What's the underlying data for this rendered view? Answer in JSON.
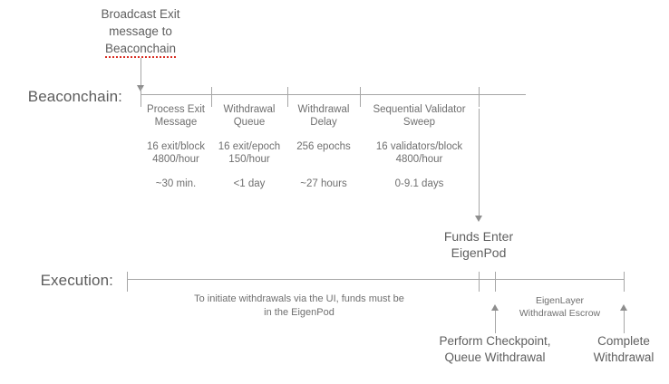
{
  "diagram": {
    "title_callout": {
      "line1": "Broadcast Exit",
      "line2": "message to",
      "line3": "Beaconchain"
    },
    "rows": {
      "beaconchain_label": "Beaconchain:",
      "execution_label": "Execution:"
    },
    "beaconchain_segments": [
      {
        "title_line1": "Process Exit",
        "title_line2": "Message",
        "rate_line1": "16 exit/block",
        "rate_line2": "4800/hour",
        "duration": "~30 min."
      },
      {
        "title_line1": "Withdrawal",
        "title_line2": "Queue",
        "rate_line1": "16 exit/epoch",
        "rate_line2": "150/hour",
        "duration": "<1 day"
      },
      {
        "title_line1": "Withdrawal",
        "title_line2": "Delay",
        "rate_line1": "256 epochs",
        "rate_line2": "",
        "duration": "~27 hours"
      },
      {
        "title_line1": "Sequential Validator",
        "title_line2": "Sweep",
        "rate_line1": "16 validators/block",
        "rate_line2": "4800/hour",
        "duration": "0-9.1 days"
      }
    ],
    "funds_node": {
      "line1": "Funds Enter",
      "line2": "EigenPod"
    },
    "execution_note": {
      "line1": "To initiate withdrawals via the UI, funds must be",
      "line2": "in the EigenPod"
    },
    "escrow": {
      "line1": "EigenLayer",
      "line2": "Withdrawal Escrow"
    },
    "execution_events": [
      {
        "line1": "Perform Checkpoint,",
        "line2": "Queue Withdrawal"
      },
      {
        "line1": "Complete",
        "line2": "Withdrawal"
      }
    ],
    "colors": {
      "line": "#a6a6a6",
      "text": "#6f6f6f",
      "spellcheck_underline": "#d93025"
    }
  }
}
